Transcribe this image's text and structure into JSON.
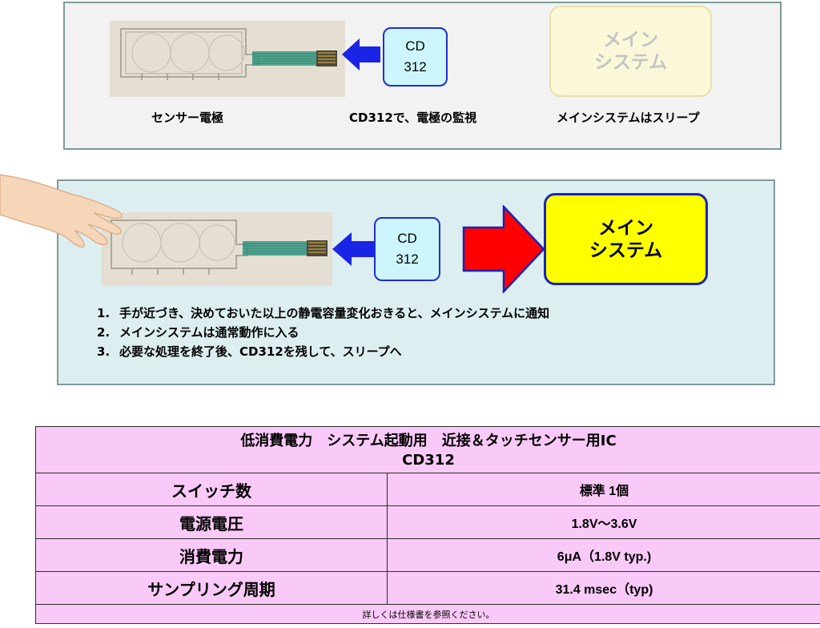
{
  "top_panel": {
    "cd_box": {
      "line1": "CD",
      "line2": "312"
    },
    "main_box": {
      "line1": "メイン",
      "line2": "システム"
    },
    "captions": {
      "sensor": "センサー電極",
      "monitor": "CD312で、電極の監視",
      "sleep": "メインシステムはスリープ"
    }
  },
  "bottom_panel": {
    "cd_box": {
      "line1": "CD",
      "line2": "312"
    },
    "main_box": {
      "line1": "メイン",
      "line2": "システム"
    },
    "steps": [
      {
        "num": "1.",
        "text": "手が近づき、決めておいた以上の静電容量変化おきると、メインシステムに通知"
      },
      {
        "num": "2.",
        "text": "メインシステムは通常動作に入る"
      },
      {
        "num": "3.",
        "text": "必要な処理を終了後、CD312を残して、スリープへ"
      }
    ]
  },
  "spec_table": {
    "title_line1": "低消費電力　システム起動用　近接＆タッチセンサー用IC",
    "title_line2": "CD312",
    "rows": [
      {
        "label": "スイッチ数",
        "value": "標準 1個"
      },
      {
        "label": "電源電圧",
        "value": "1.8V～3.6V"
      },
      {
        "label": "消費電力",
        "value": "6μA（1.8V typ.)"
      },
      {
        "label": "サンプリング周期",
        "value": "31.4 msec（typ)"
      }
    ],
    "footer": "詳しくは仕様書を参照ください。"
  },
  "colors": {
    "top_panel_bg": "#f2f2f2",
    "bottom_panel_bg": "#ddeef0",
    "cd_box_bg": "#ccf6fb",
    "blue_arrow": "#1a24e6",
    "red_arrow": "#ff0000",
    "main_active_bg": "#ffff00",
    "table_bg": "#f9c9f7"
  },
  "icons": [
    "sensor-electrode-photo",
    "hand-illustration",
    "blue-arrow-icon",
    "red-arrow-icon"
  ]
}
